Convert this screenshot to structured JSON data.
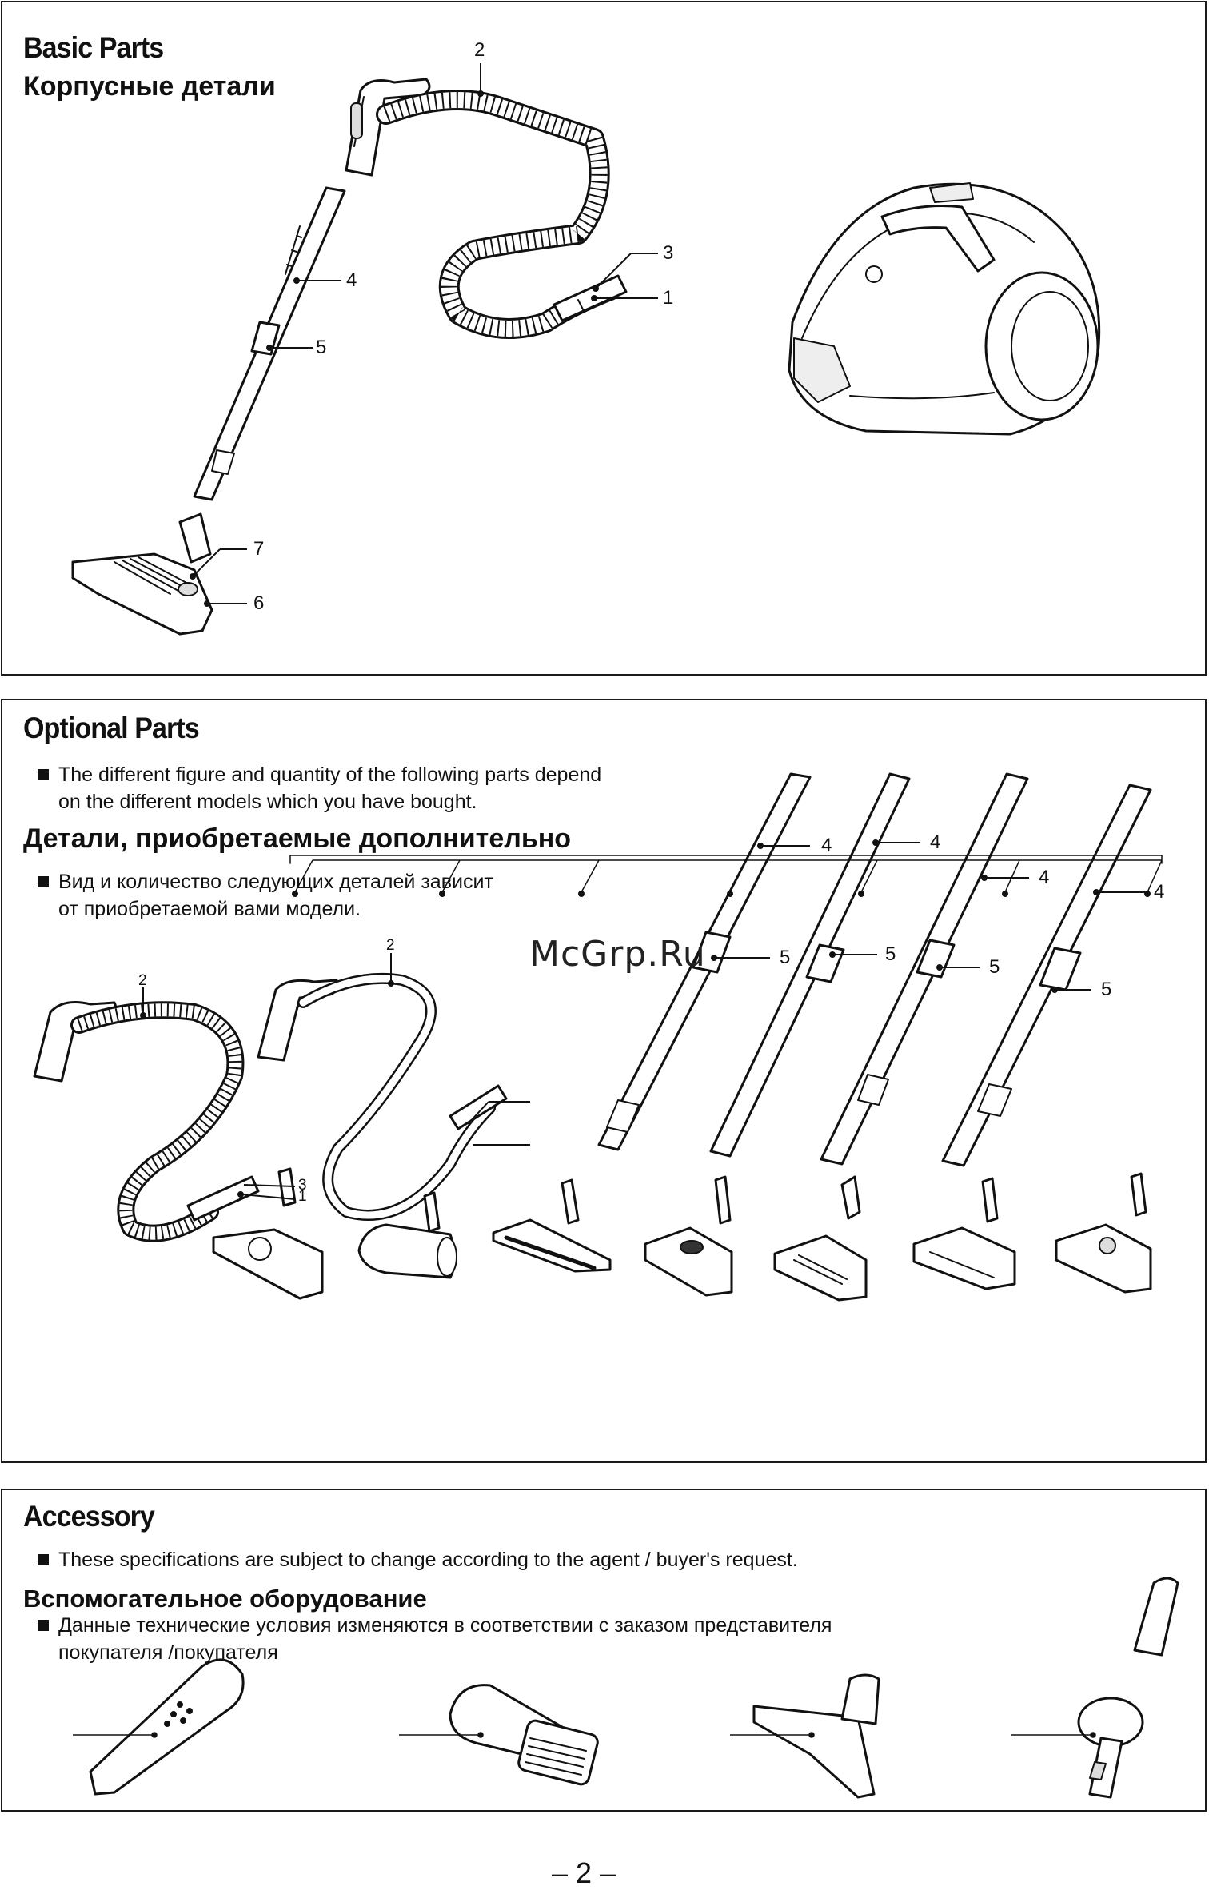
{
  "basic": {
    "title": "Basic Parts",
    "title_ru": "Корпусные детали",
    "callouts": [
      "2",
      "3",
      "1",
      "4",
      "5",
      "7",
      "6"
    ]
  },
  "optional": {
    "title": "Optional Parts",
    "note_en": "The different figure and quantity of the following parts depend\non the different models which you have bought.",
    "title_ru": "Детали, приобретаемые дополнительно",
    "note_ru": "Вид и количество следующих деталей зависит\nот приобретаемой вами модели.",
    "hose_callouts": [
      "2",
      "2",
      "3",
      "1"
    ],
    "pipe_callouts": [
      "4",
      "4",
      "4",
      "4",
      "5",
      "5",
      "5",
      "5"
    ]
  },
  "accessory": {
    "title": "Accessory",
    "note_en": "These specifications are subject to change according to the agent / buyer's request.",
    "title_ru": "Вспомогательное оборудование",
    "note_ru": "Данные технические условия изменяются в соответствии с заказом представителя\nпокупателя /покупателя"
  },
  "watermark": "McGrp.Ru",
  "page_number": "– 2 –",
  "icons": [
    "vacuum-body-icon",
    "hose-icon",
    "pipe-icon",
    "nozzle-icon",
    "crevice-tool-icon",
    "dusting-brush-icon",
    "upholstery-tool-icon",
    "turbo-adapter-icon"
  ]
}
